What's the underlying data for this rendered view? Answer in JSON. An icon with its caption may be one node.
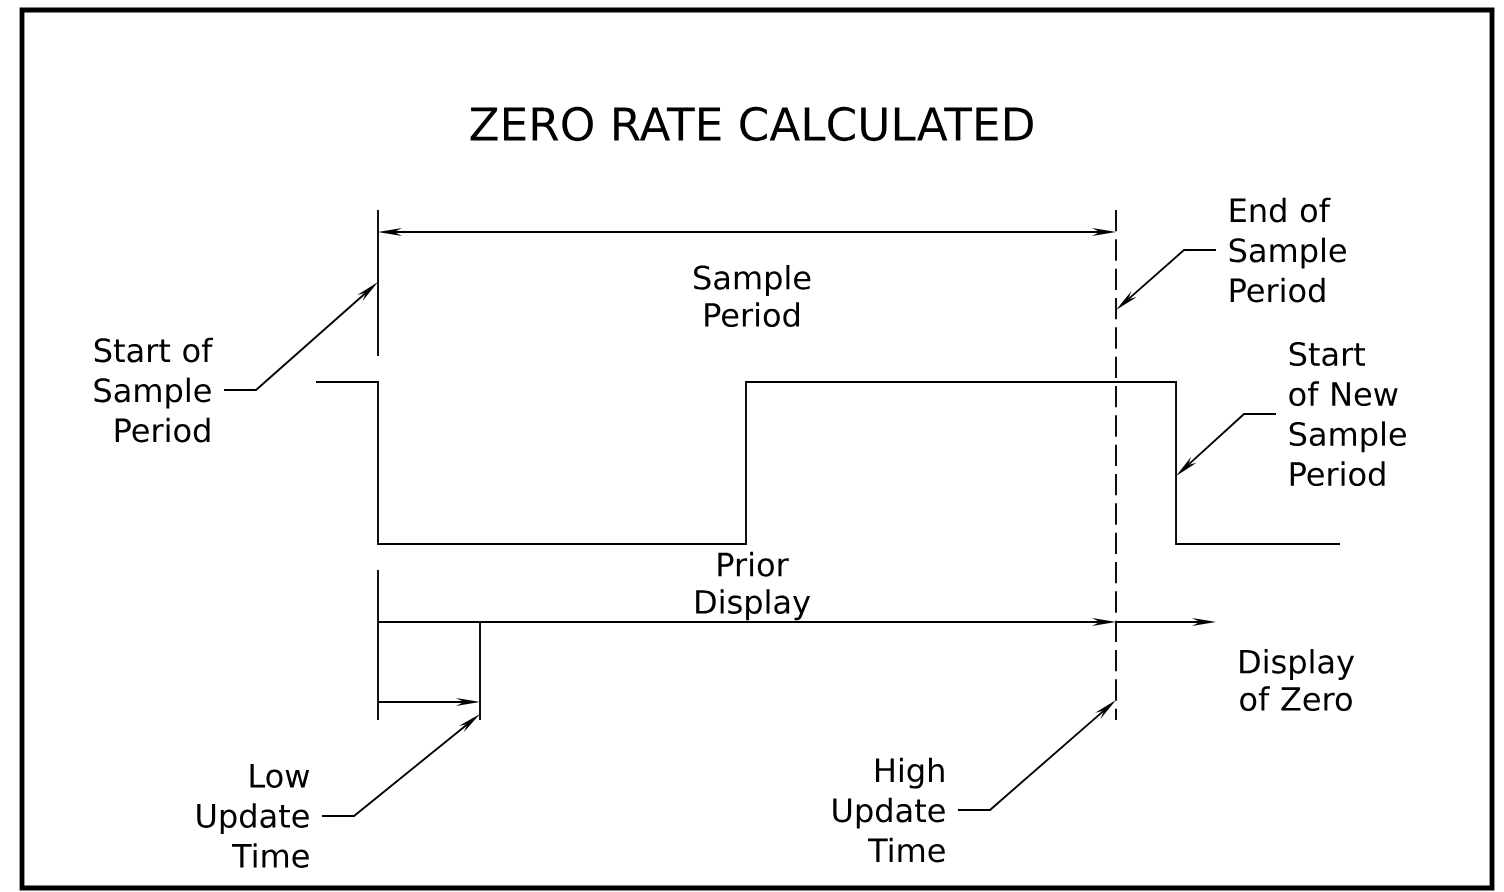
{
  "diagram": {
    "title": "ZERO RATE CALCULATED",
    "nodes": [
      {
        "text": [
          "Start of Sample Period"
        ]
      },
      {
        "text": [
          "End of Sample Period"
        ]
      },
      {
        "text": [
          "Start of New Sample Period"
        ]
      },
      {
        "text": [
          "Low Update Time"
        ]
      },
      {
        "text": [
          "High Update Time"
        ]
      }
    ],
    "edges": [
      {
        "from": 0,
        "to": null,
        "arrow": "to"
      },
      {
        "from": 1,
        "to": null,
        "arrow": "to"
      },
      {
        "from": 2,
        "to": null,
        "arrow": "to"
      },
      {
        "from": 3,
        "to": null,
        "arrow": "to"
      },
      {
        "from": 4,
        "to": null,
        "arrow": "to"
      }
    ],
    "labels": [
      "Sample Period",
      "Prior Display",
      "Display of Zero"
    ]
  }
}
